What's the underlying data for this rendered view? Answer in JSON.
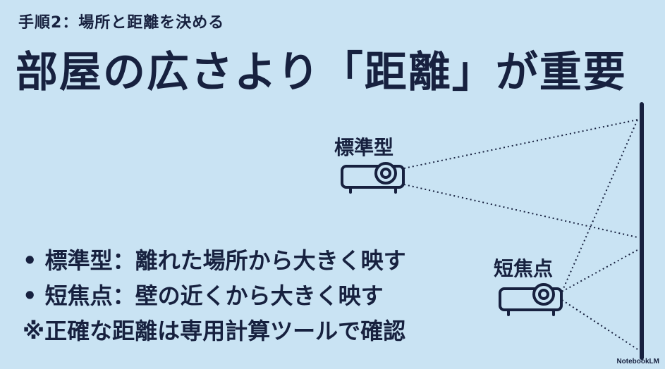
{
  "header": {
    "step": "手順2：場所と距離を決める",
    "title": "部屋の広さより「距離」が重要"
  },
  "diagram": {
    "standard_label": "標準型",
    "short_throw_label": "短焦点"
  },
  "bullets": [
    "• 標準型：離れた場所から大きく映す",
    "• 短焦点：壁の近くから大きく映す",
    "※正確な距離は専用計算ツールで確認"
  ],
  "footer": {
    "watermark": "NotebookLM"
  },
  "colors": {
    "background": "#c9e3f3",
    "ink": "#17213f"
  }
}
